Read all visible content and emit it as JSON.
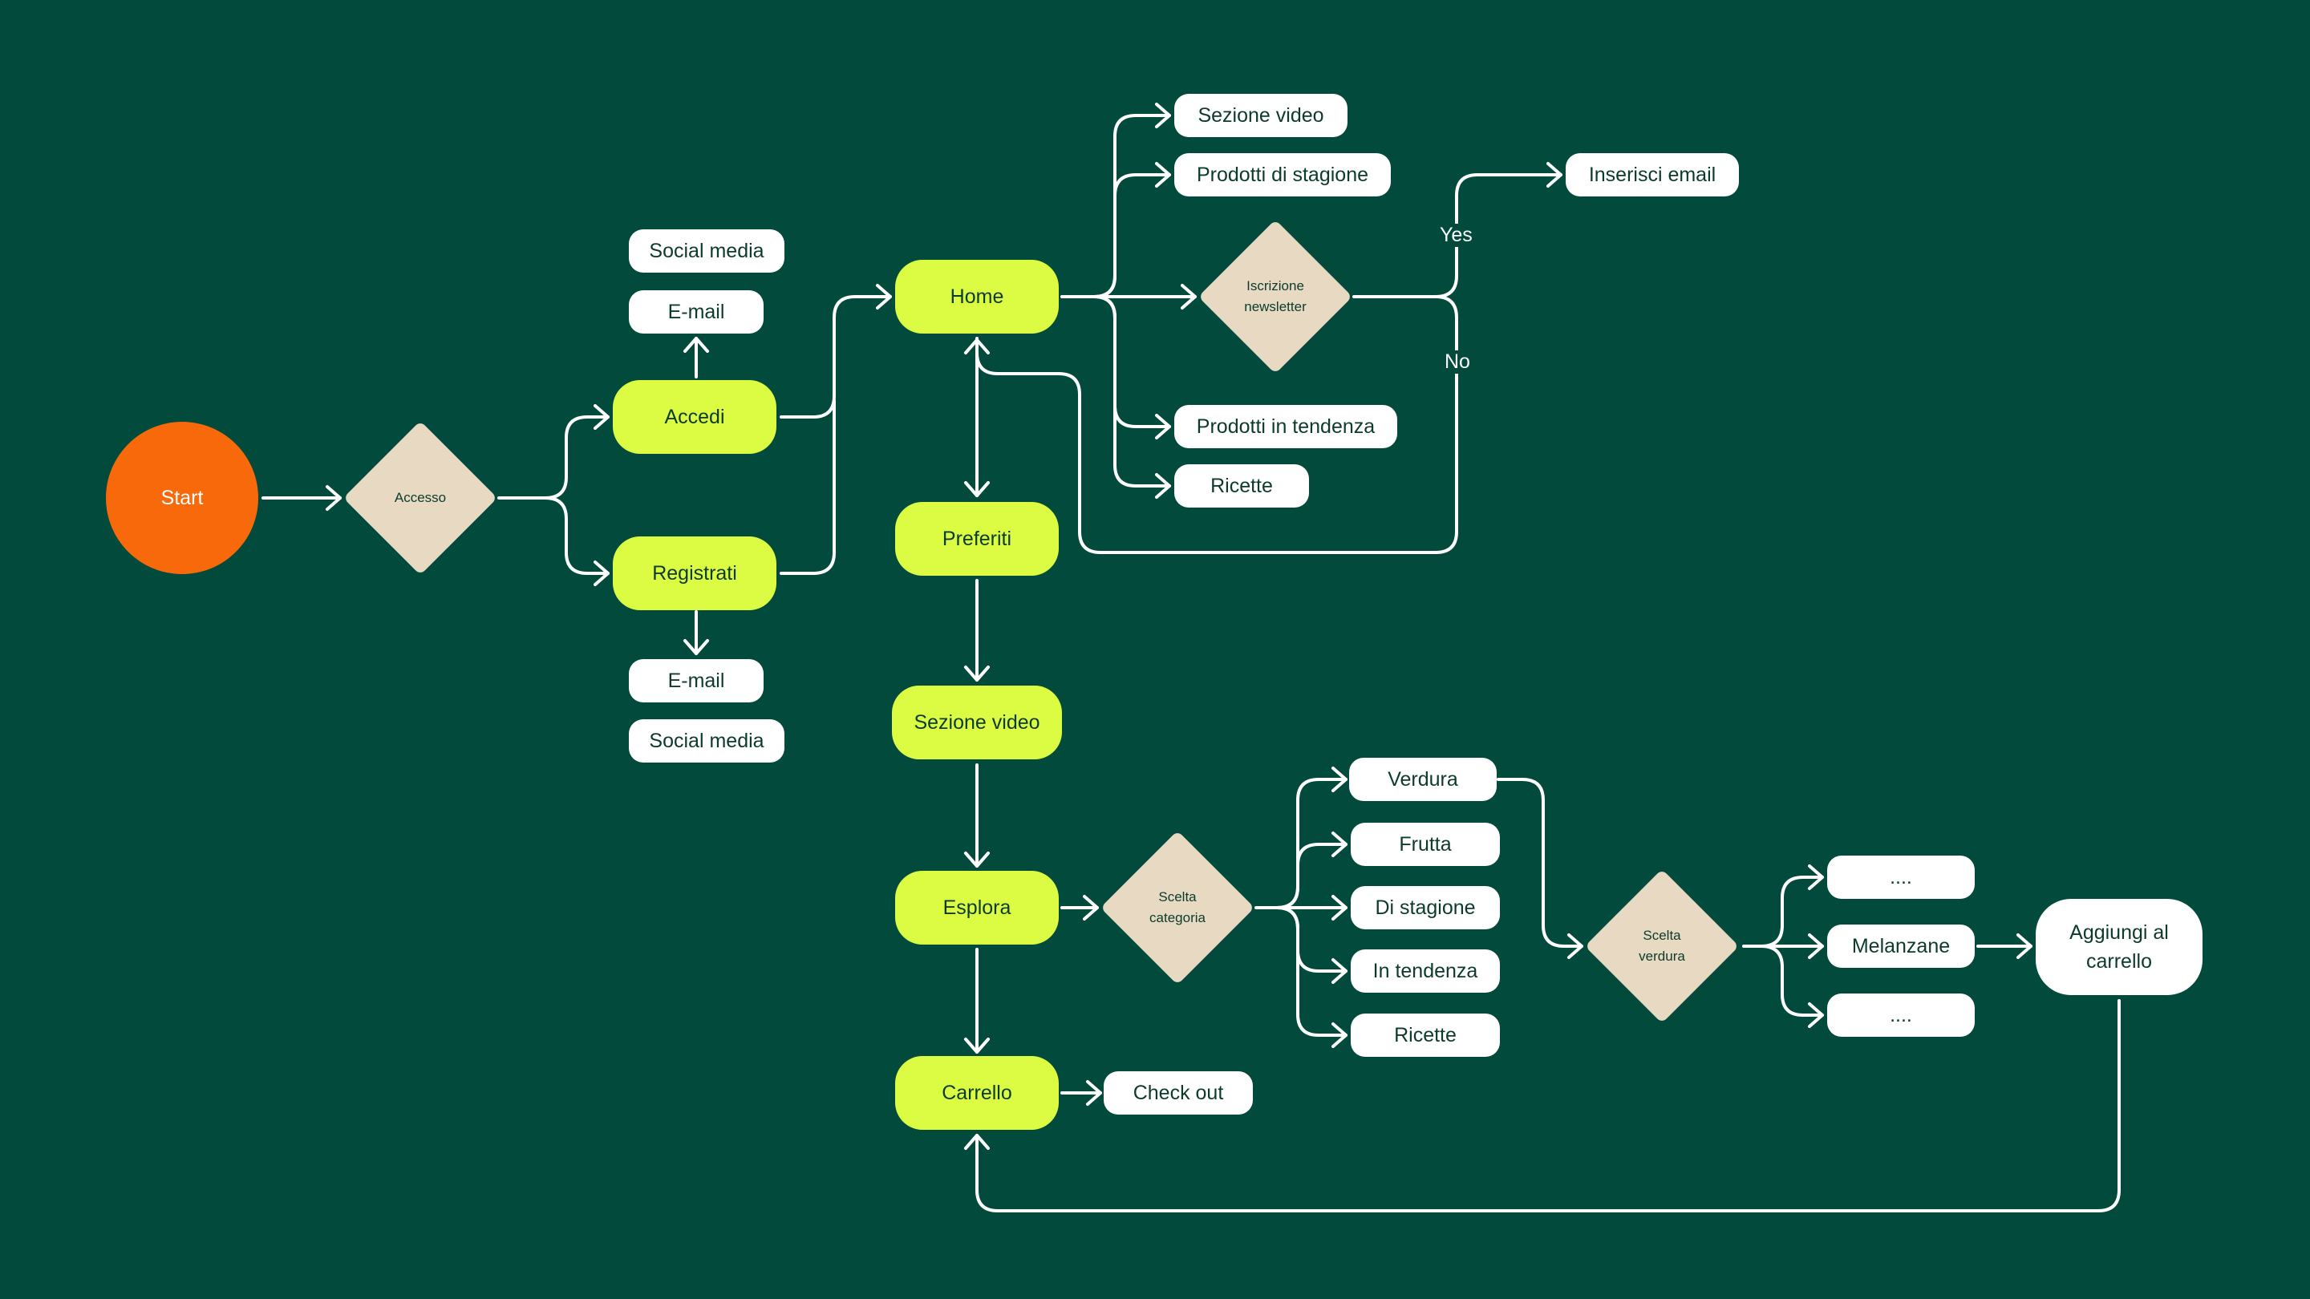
{
  "colors": {
    "background": "#024a3c",
    "primary_node": "#dcfc44",
    "secondary_node": "#ffffff",
    "decision": "#e7d9c2",
    "start": "#f7690a",
    "connector": "#ffffff"
  },
  "nodes": {
    "start": "Start",
    "accesso": "Accesso",
    "accedi": "Accedi",
    "registrati": "Registrati",
    "social_media_login": "Social media",
    "email_login": "E-mail",
    "email_register": "E-mail",
    "social_media_register": "Social media",
    "home": "Home",
    "preferiti": "Preferiti",
    "sezione_video_main": "Sezione video",
    "esplora": "Esplora",
    "carrello": "Carrello",
    "check_out": "Check out",
    "sezione_video": "Sezione video",
    "prodotti_di_stagione": "Prodotti di stagione",
    "iscrizione_newsletter_1": "Iscrizione",
    "iscrizione_newsletter_2": "newsletter",
    "inserisci_email": "Inserisci email",
    "prodotti_in_tendenza": "Prodotti in tendenza",
    "ricette_home": "Ricette",
    "scelta_categoria_1": "Scelta",
    "scelta_categoria_2": "categoria",
    "verdura": "Verdura",
    "frutta": "Frutta",
    "di_stagione": "Di stagione",
    "in_tendenza": "In tendenza",
    "ricette_cat": "Ricette",
    "scelta_verdura_1": "Scelta",
    "scelta_verdura_2": "verdura",
    "item_top": "....",
    "melanzane": "Melanzane",
    "item_bottom": "....",
    "aggiungi_1": "Aggiungi al",
    "aggiungi_2": "carrello"
  },
  "edge_labels": {
    "yes": "Yes",
    "no": "No"
  }
}
